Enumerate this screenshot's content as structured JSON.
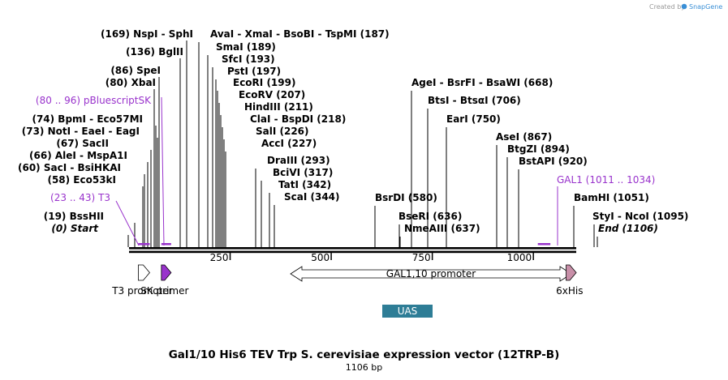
{
  "header": {
    "brand_prefix": "Created by",
    "brand_name": "SnapGene",
    "title": "Gal1/10 His6 TEV Trp S. cerevisiae expression vector (12TRP-B)",
    "length_label": "1106 bp"
  },
  "sequence": {
    "length": 1106
  },
  "axis_ticks": [
    {
      "pos": 250,
      "label": "250"
    },
    {
      "pos": 500,
      "label": "500"
    },
    {
      "pos": 750,
      "label": "750"
    },
    {
      "pos": 1000,
      "label": "1000"
    }
  ],
  "sites": [
    {
      "pos": 169,
      "text": "(169)  NspI  - SphI",
      "italic": false
    },
    {
      "pos": 136,
      "text": "(136)  BglII",
      "italic": false
    },
    {
      "pos": 86,
      "text": "(86)  SpeI",
      "italic": false
    },
    {
      "pos": 80,
      "text": "(80)  XbaI",
      "italic": false
    },
    {
      "pos": 74,
      "text": "(74)  BpmI  - Eco57MI",
      "italic": false
    },
    {
      "pos": 73,
      "text": "(73)  NotI  - EaeI  - EagI",
      "italic": false
    },
    {
      "pos": 67,
      "text": "(67)  SacII",
      "italic": false
    },
    {
      "pos": 66,
      "text": "(66)  AleI  - MspA1I",
      "italic": false
    },
    {
      "pos": 60,
      "text": "(60)  SacI  - BsiHKAI",
      "italic": false
    },
    {
      "pos": 58,
      "text": "(58)  Eco53kI",
      "italic": false
    },
    {
      "pos": 19,
      "text": "(19)  BssHII",
      "italic": false
    },
    {
      "pos": 0,
      "text": "(0)  Start",
      "italic": true
    },
    {
      "pos": 187,
      "text": "AvaI  - XmaI  - BsoBI  - TspMI  (187)",
      "italic": false
    },
    {
      "pos": 189,
      "text": "SmaI  (189)",
      "italic": false
    },
    {
      "pos": 193,
      "text": "SfcI  (193)",
      "italic": false
    },
    {
      "pos": 197,
      "text": "PstI  (197)",
      "italic": false
    },
    {
      "pos": 199,
      "text": "EcoRI  (199)",
      "italic": false
    },
    {
      "pos": 207,
      "text": "EcoRV  (207)",
      "italic": false
    },
    {
      "pos": 211,
      "text": "HindIII  (211)",
      "italic": false
    },
    {
      "pos": 218,
      "text": "ClaI  - BspDI  (218)",
      "italic": false
    },
    {
      "pos": 226,
      "text": "SalI  (226)",
      "italic": false
    },
    {
      "pos": 227,
      "text": "AccI  (227)",
      "italic": false
    },
    {
      "pos": 293,
      "text": "DraIII  (293)",
      "italic": false
    },
    {
      "pos": 317,
      "text": "BciVI  (317)",
      "italic": false
    },
    {
      "pos": 342,
      "text": "TatI  (342)",
      "italic": false
    },
    {
      "pos": 344,
      "text": "ScaI  (344)",
      "italic": false
    },
    {
      "pos": 580,
      "text": "BsrDI  (580)",
      "italic": false
    },
    {
      "pos": 636,
      "text": "BseRI  (636)",
      "italic": false
    },
    {
      "pos": 637,
      "text": "NmeAIII  (637)",
      "italic": false
    },
    {
      "pos": 668,
      "text": "AgeI  - BsrFI  - BsaWI  (668)",
      "italic": false
    },
    {
      "pos": 706,
      "text": "BtsI  - BtsαI  (706)",
      "italic": false
    },
    {
      "pos": 750,
      "text": "EarI  (750)",
      "italic": false
    },
    {
      "pos": 867,
      "text": "AseI  (867)",
      "italic": false
    },
    {
      "pos": 894,
      "text": "BtgZI  (894)",
      "italic": false
    },
    {
      "pos": 920,
      "text": "BstAPI  (920)",
      "italic": false
    },
    {
      "pos": 1051,
      "text": "BamHI  (1051)",
      "italic": false
    },
    {
      "pos": 1095,
      "text": "StyI  - NcoI  (1095)",
      "italic": false
    },
    {
      "pos": 1106,
      "text": "End  (1106)",
      "italic": true
    }
  ],
  "primers": [
    {
      "text": "(80 .. 96)  pBluescriptSK",
      "start": 80,
      "end": 96
    },
    {
      "text": "(23 .. 43)  T3",
      "start": 23,
      "end": 43
    },
    {
      "text": "GAL1    (1011 .. 1034)",
      "start": 1011,
      "end": 1034
    }
  ],
  "features": [
    {
      "name": "T3 promoter",
      "start": 23,
      "end": 43,
      "color": "#ffffff",
      "direction": "forward"
    },
    {
      "name": "SK primer",
      "start": 80,
      "end": 96,
      "color": "#9933cc",
      "direction": "forward"
    },
    {
      "name": "GAL1,10 promoter",
      "start": 380,
      "end": 1040,
      "color": "#ffffff",
      "direction": "both"
    },
    {
      "name": "6xHis",
      "start": 1081,
      "end": 1098,
      "color": "#c88fa8",
      "direction": "forward"
    },
    {
      "name": "UAS",
      "start": 600,
      "end": 720,
      "color": "#2e7d96",
      "direction": "none"
    }
  ],
  "colors": {
    "primer": "#9933cc",
    "uas": "#2e7d96",
    "his_tag": "#c88fa8",
    "brand": "#3a8fd6"
  }
}
